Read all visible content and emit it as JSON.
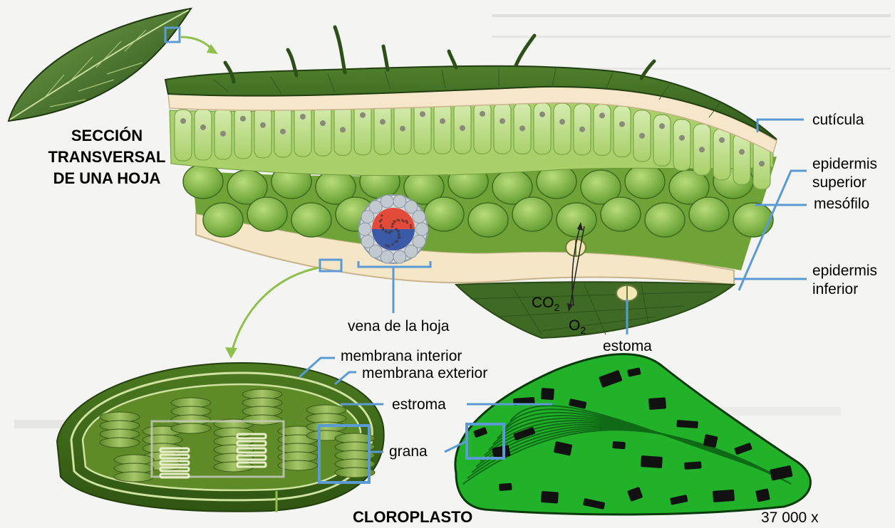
{
  "diagram": {
    "title": [
      "SECCIÓN",
      "TRANSVERSAL",
      "DE UNA HOJA"
    ],
    "chloroplast_title": "CLOROPLASTO",
    "magnification": "37 000 x",
    "labels": {
      "cuticle": "cutícula",
      "upper_epidermis": [
        "epidermis",
        "superior"
      ],
      "mesophyll": "mesófilo",
      "lower_epidermis": [
        "epidermis",
        "inferior"
      ],
      "leaf_vein": "vena de la hoja",
      "stoma": "estoma",
      "co2": "CO",
      "co2_sub": "2",
      "o2": "O",
      "o2_sub": "2",
      "inner_membrane": "membrana interior",
      "outer_membrane": "membrana exterior",
      "stroma": "estroma",
      "grana": "grana"
    },
    "colors": {
      "label_line": "#5b9bd5",
      "leaf_dark": "#3f6b22",
      "leaf_light": "#8fc04a",
      "micrograph_green": "#22b22a"
    }
  }
}
